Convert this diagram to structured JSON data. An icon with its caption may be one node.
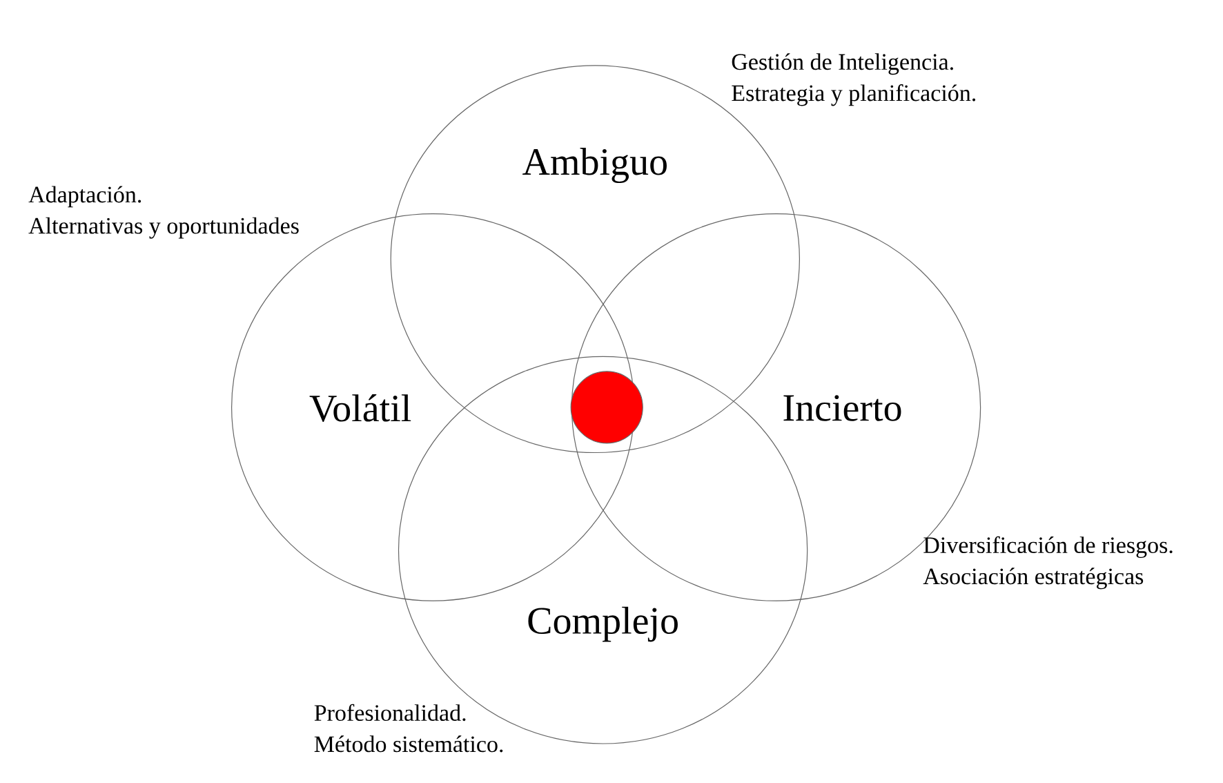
{
  "diagram": {
    "nodes": [
      {
        "text": [
          "Ambiguo"
        ],
        "beside": [
          "Gestión de Inteligencia.",
          "Estrategia y planificación."
        ]
      },
      {
        "text": [
          "Volátil"
        ],
        "beside": [
          "Adaptación.",
          "Alternativas y oportunidades"
        ]
      },
      {
        "text": [
          "Incierto"
        ],
        "beside": [
          "Diversificación de riesgos.",
          "Asociación estratégicas"
        ]
      },
      {
        "text": [
          "Complejo"
        ],
        "beside": [
          "Profesionalidad.",
          "Método sistemático."
        ]
      },
      {
        "text": [],
        "shape": "circle"
      }
    ]
  }
}
